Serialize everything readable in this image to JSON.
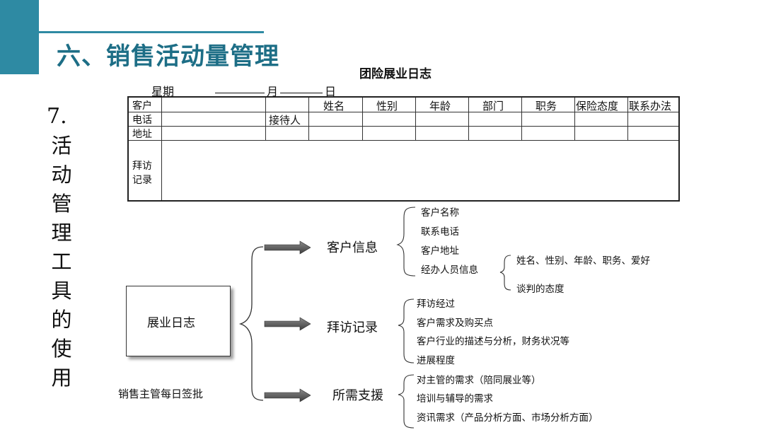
{
  "slide": {
    "title": "六、销售活动量管理",
    "vertical_number": "7.",
    "vertical_title_chars": [
      "活",
      "动",
      "管",
      "理",
      "工",
      "具",
      "的",
      "使",
      "用"
    ]
  },
  "form": {
    "title": "团险展业日志",
    "date_label_week": "星期",
    "date_label_month": "月",
    "date_label_day": "日",
    "row_labels": {
      "customer": "客户",
      "phone": "电话",
      "address": "地址",
      "visit_record_1": "拜访",
      "visit_record_2": "记录"
    },
    "receptionist_label": "接待人",
    "columns": [
      "姓名",
      "性别",
      "年龄",
      "部门",
      "职务",
      "保险态度",
      "联系办法"
    ]
  },
  "diagram": {
    "root": "展业日志",
    "approval_note": "销售主管每日签批",
    "branches": [
      {
        "label": "客户信息",
        "items": [
          "客户名称",
          "联系电话",
          "客户地址",
          "经办人员信息"
        ],
        "sub_items": [
          "姓名、性别、年龄、职务、爱好",
          "谈判的态度"
        ]
      },
      {
        "label": "拜访记录",
        "items": [
          "拜访经过",
          "客户需求及购买点",
          "客户行业的描述与分析，财务状况等",
          "进展程度"
        ]
      },
      {
        "label": "所需支援",
        "items": [
          "对主管的需求（陪同展业等）",
          "培训与辅导的需求",
          "资讯需求（产品分析方面、市场分析方面）"
        ]
      }
    ]
  },
  "colors": {
    "accent": "#2e8aa3",
    "title": "#1d6e86",
    "arrow": "#555555"
  }
}
